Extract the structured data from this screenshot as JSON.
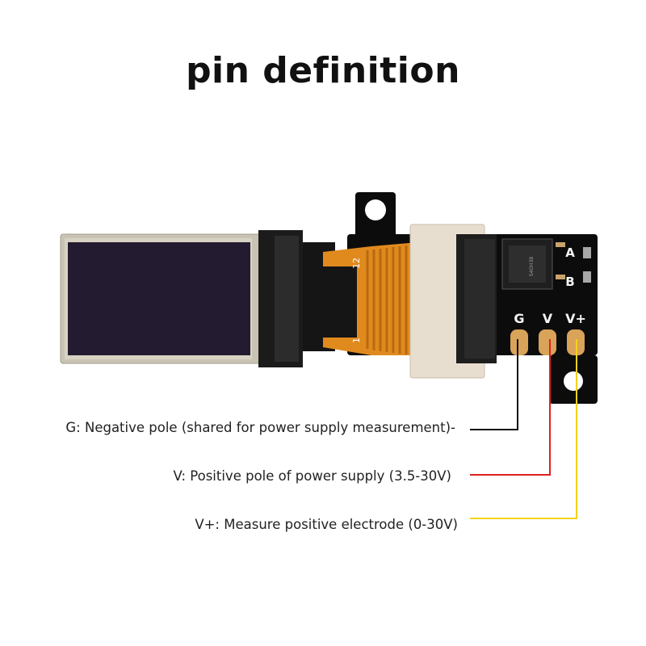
{
  "title": "pin definition",
  "pins": [
    {
      "id": "G",
      "pad_label": "G",
      "description": "G: Negative pole (shared for power supply measurement)-",
      "wire_color": "#111111"
    },
    {
      "id": "V",
      "pad_label": "V",
      "description": "V: Positive pole of power supply (3.5-30V)",
      "wire_color": "#e02020"
    },
    {
      "id": "Vplus",
      "pad_label": "V+",
      "description": "V+: Measure positive electrode (0-30V)",
      "wire_color": "#f2d21a"
    }
  ],
  "board": {
    "silkscreen_a": "A",
    "silkscreen_b": "B",
    "chip_text": "S4OH38",
    "flex_pin_first": "1",
    "flex_pin_last": "12"
  },
  "colors": {
    "pcb": "#0c0c0c",
    "flex": "#e08a1e",
    "pad": "#d9a35a",
    "screen": "#231c30",
    "connector": "#e8ded0"
  }
}
